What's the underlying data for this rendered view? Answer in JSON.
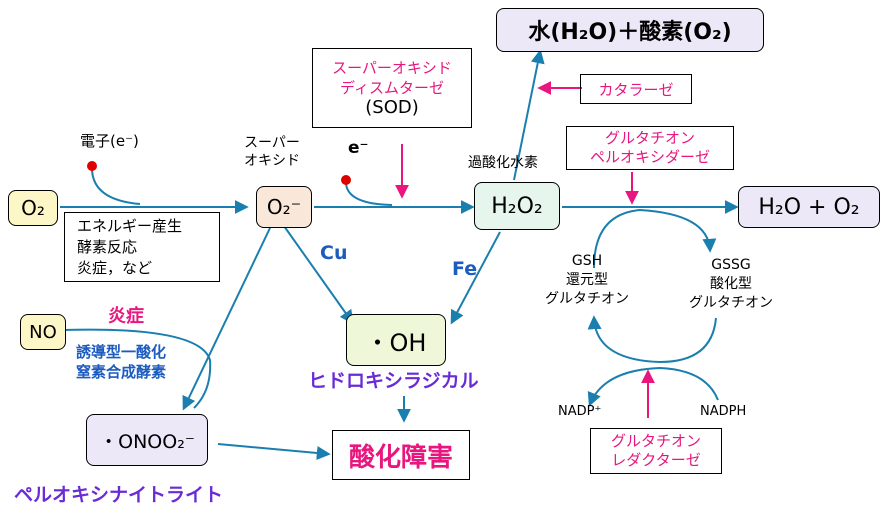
{
  "nodes": {
    "water_oxygen": "水(H₂O)＋酸素(O₂)",
    "catalase": "カタラーゼ",
    "sod_line1": "スーパーオキシド",
    "sod_line2": "ディスムターゼ",
    "sod_line3": "(SOD)",
    "electron_label": "電子(e⁻)",
    "o2": "O₂",
    "superoxide_label_1": "スーパー",
    "superoxide_label_2": "オキシド",
    "superoxide": "O₂⁻",
    "e_minus": "e⁻",
    "h2o2_label": "過酸化水素",
    "h2o2": "H₂O₂",
    "gpx_line1": "グルタチオン",
    "gpx_line2": "ペルオキシダーゼ",
    "h2o_o2": "H₂O + O₂",
    "sources_line1": "エネルギー産生",
    "sources_line2": "酵素反応",
    "sources_line3": "炎症，など",
    "cu": "Cu",
    "fe": "Fe",
    "gsh_line1": "GSH",
    "gsh_line2": "還元型",
    "gsh_line3": "グルタチオン",
    "gssg_line1": "GSSG",
    "gssg_line2": "酸化型",
    "gssg_line3": "グルタチオン",
    "no": "NO",
    "inflammation": "炎症",
    "inos_line1": "誘導型一酸化",
    "inos_line2": "窒素合成酵素",
    "oh": "・OH",
    "hydroxyl_label": "ヒドロキシラジカル",
    "nadp": "NADP⁺",
    "nadph": "NADPH",
    "onoo": "・ONOO₂⁻",
    "gr_line1": "グルタチオン",
    "gr_line2": "レダクターゼ",
    "oxidative_damage": "酸化障害",
    "peroxynitrite_label": "ペルオキシナイトライト"
  },
  "colors": {
    "arrow": "#1a7fae",
    "pink": "#e8167e",
    "blue": "#1c5bbf",
    "purple": "#6a2bd6",
    "box_fill_lavender": "#ece8f8",
    "box_fill_yellow": "#fdf7c8",
    "box_fill_mint": "#e6f6ec",
    "box_fill_peach": "#f9e8da",
    "dot_red": "#e00000"
  }
}
